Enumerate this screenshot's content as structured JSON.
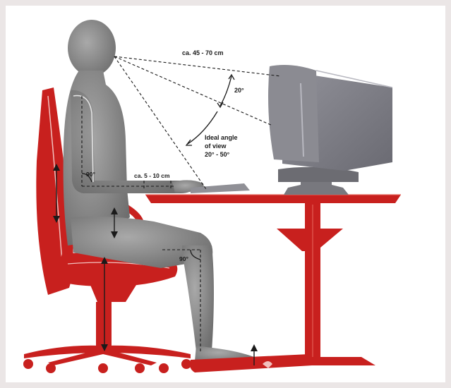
{
  "labels": {
    "eye_distance": "ca. 45 - 70 cm",
    "top_angle": "20°",
    "view_line1": "Ideal angle",
    "view_line2": "of view",
    "view_line3": "20° - 50°",
    "elbow_angle": "90°",
    "desk_gap": "ca. 5 - 10 cm",
    "knee_angle": "90°"
  },
  "colors": {
    "furniture": "#c8201e",
    "body": "#8b8b8b",
    "monitor": "#7e7e84",
    "background": "#ebe6e6"
  }
}
